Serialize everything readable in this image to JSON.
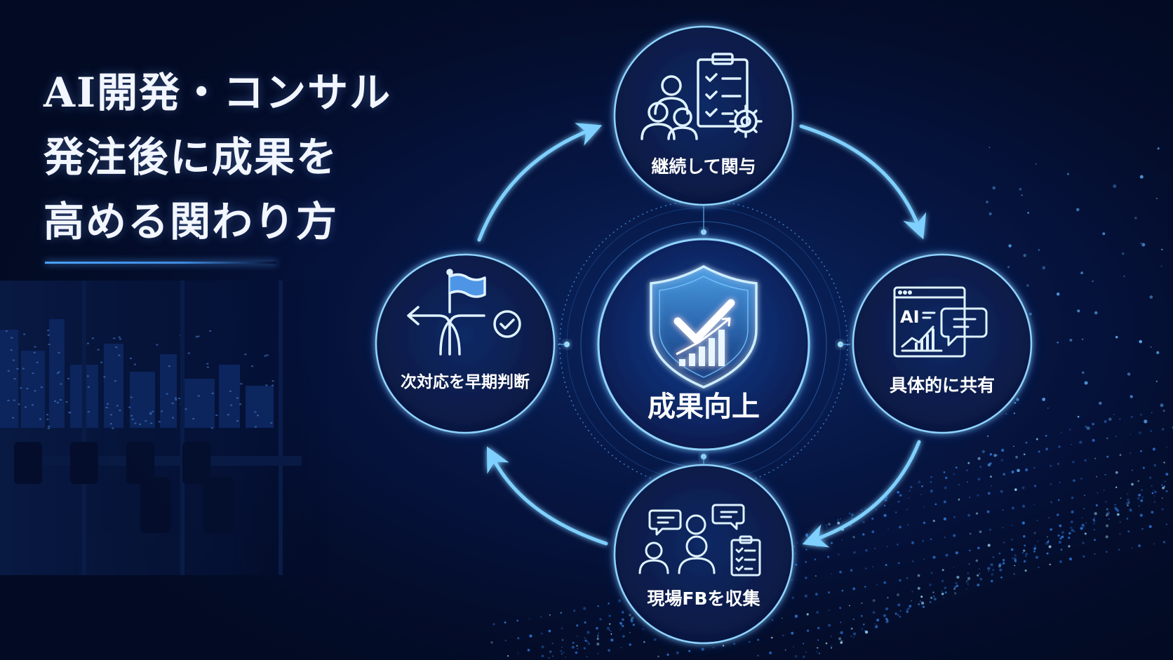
{
  "headline": {
    "line1": "AI開発・コンサル",
    "line2": "発注後に成果を",
    "line3": "高める関わり方"
  },
  "cycle": {
    "center": {
      "label": "成果向上",
      "icon": "shield-check-growth-icon"
    },
    "steps": [
      {
        "label": "継続して関与",
        "icon": "team-checklist-gear-icon"
      },
      {
        "label": "具体的に共有",
        "icon": "ai-report-chat-icon"
      },
      {
        "label": "現場FBを収集",
        "icon": "people-feedback-clipboard-icon"
      },
      {
        "label": "次対応を早期判断",
        "icon": "signpost-flag-check-icon"
      }
    ],
    "icon_text": "AI"
  },
  "colors": {
    "background": "#030b24",
    "accent": "#5cc0ff",
    "circle_fill": "#071a44",
    "ring": "#8fd4ff",
    "text": "#ffffff"
  }
}
